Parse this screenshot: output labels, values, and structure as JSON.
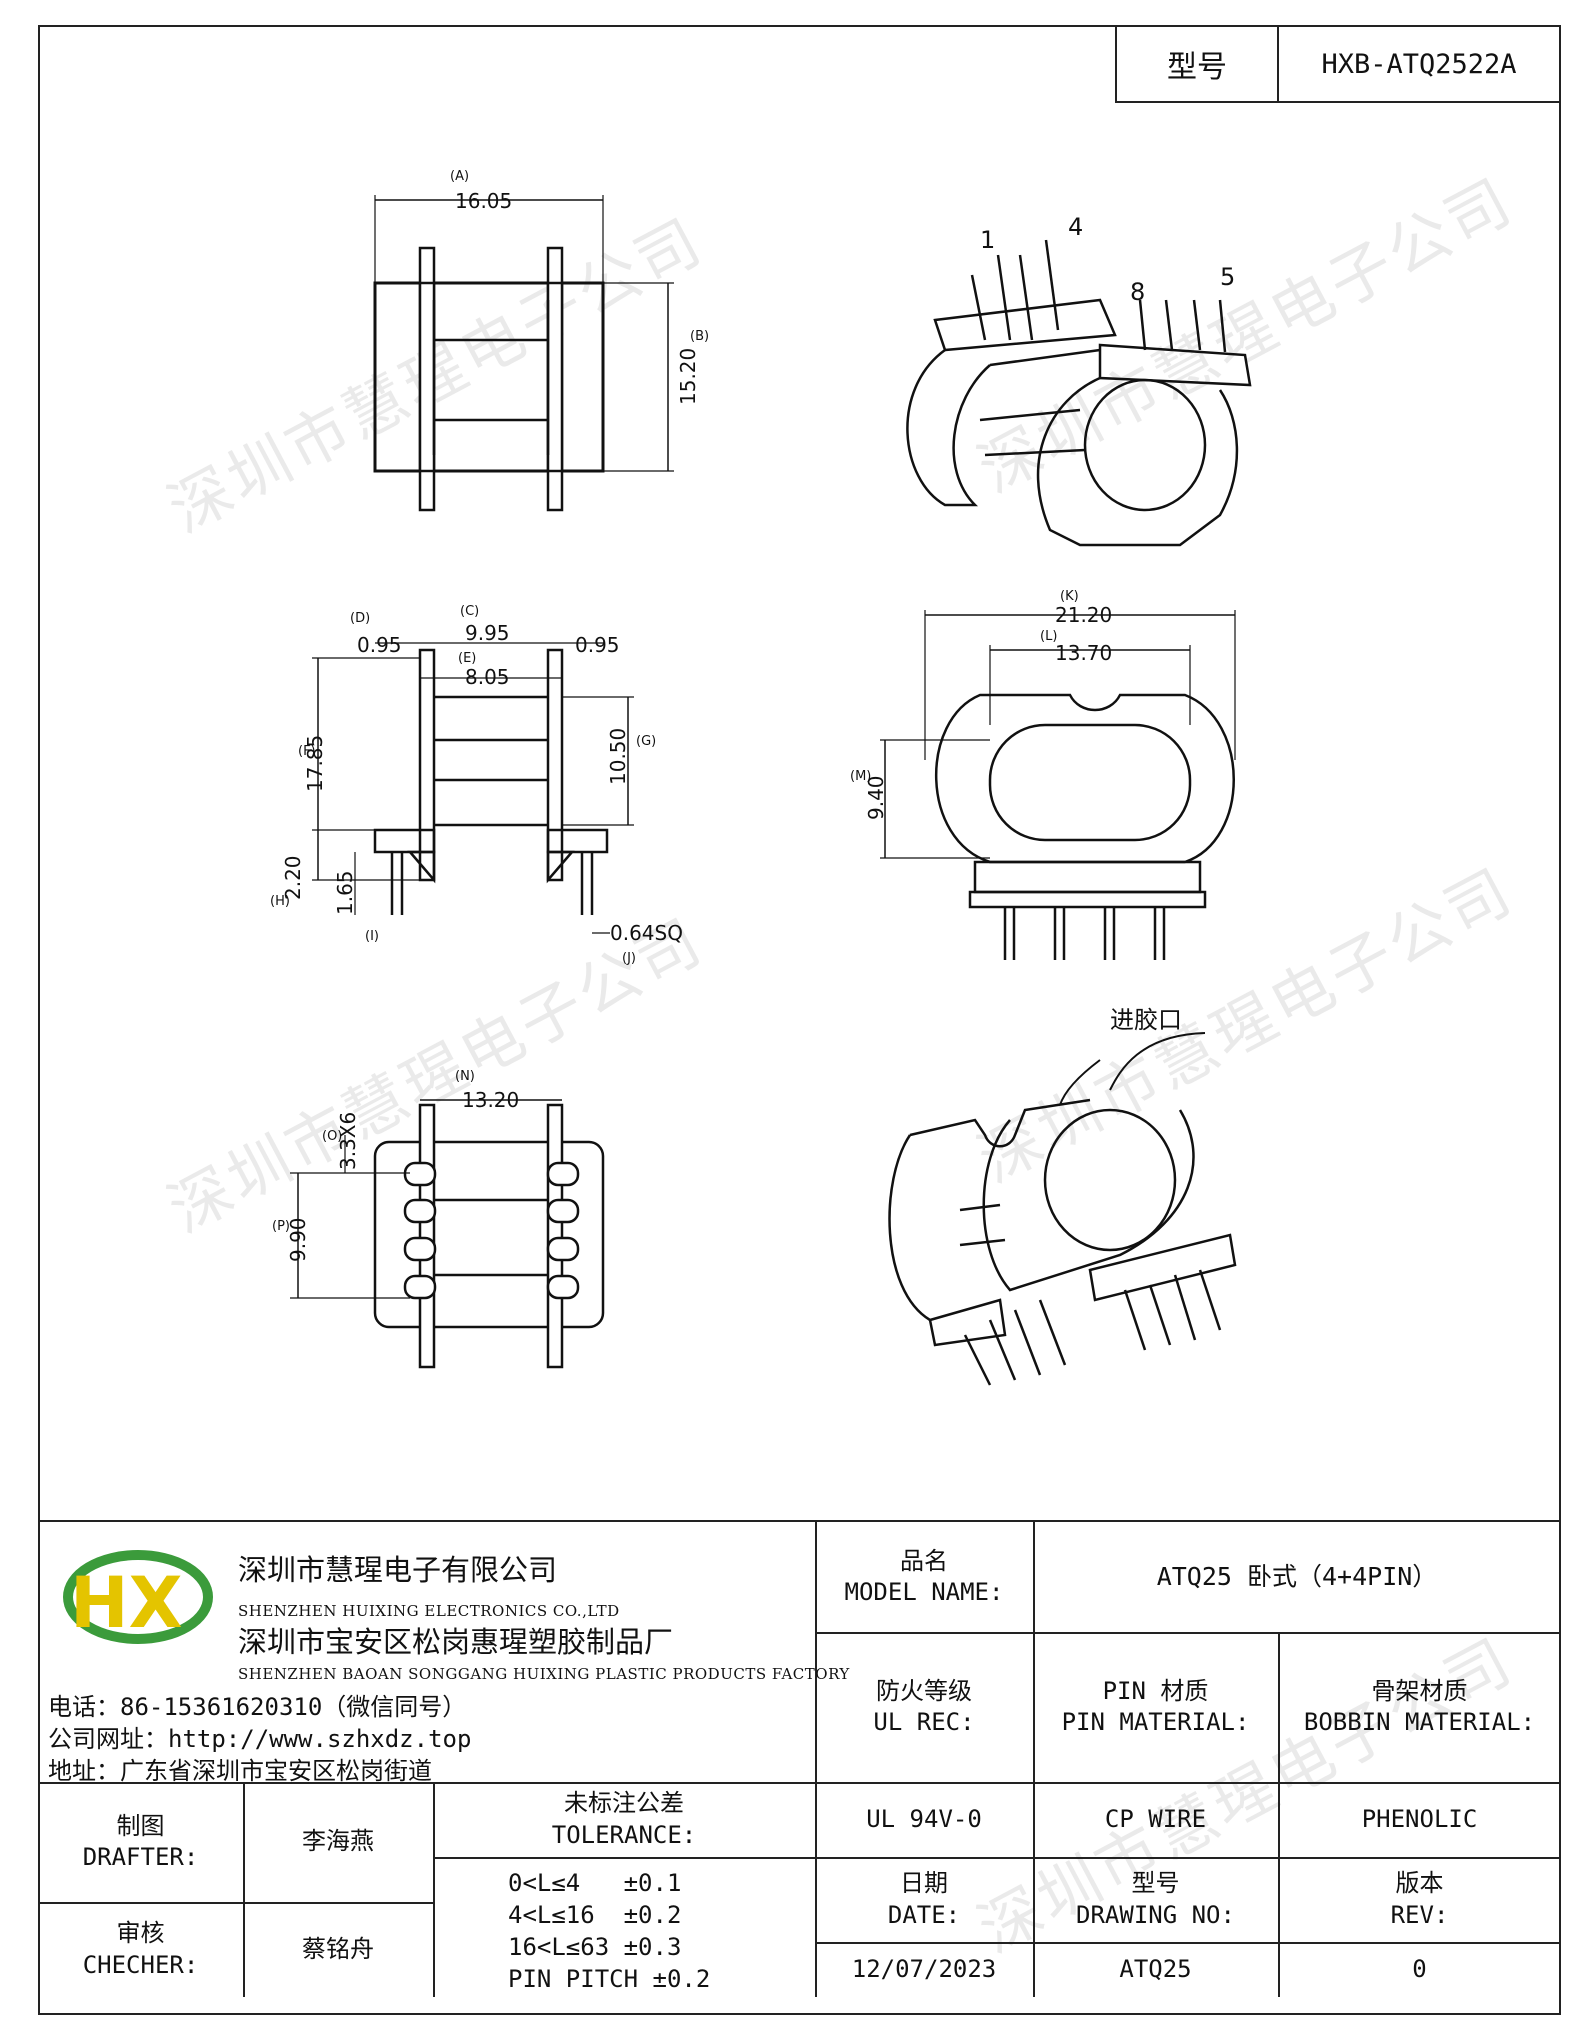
{
  "header": {
    "model_label": "型号",
    "model_value": "HXB-ATQ2522A"
  },
  "watermark_text": "深圳市慧瑆电子公司",
  "drawing": {
    "top_view": {
      "dim_a_tag": "(A)",
      "dim_a": "16.05",
      "dim_b_tag": "(B)",
      "dim_b": "15.20"
    },
    "front_view": {
      "dim_c_tag": "(C)",
      "dim_c": "9.95",
      "dim_d_tag": "(D)",
      "dim_d_left": "0.95",
      "dim_d_right": "0.95",
      "dim_e_tag": "(E)",
      "dim_e": "8.05",
      "dim_f_tag": "(F)",
      "dim_f": "17.85",
      "dim_g_tag": "(G)",
      "dim_g": "10.50",
      "dim_h_tag": "(H)",
      "dim_h": "2.20",
      "dim_i_tag": "(I)",
      "dim_i": "1.65",
      "dim_j_tag": "(J)",
      "dim_j": "0.64SQ"
    },
    "side_view": {
      "dim_k_tag": "(K)",
      "dim_k": "21.20",
      "dim_l_tag": "(L)",
      "dim_l": "13.70",
      "dim_m_tag": "(M)",
      "dim_m": "9.40"
    },
    "bottom_view": {
      "dim_n_tag": "(N)",
      "dim_n": "13.20",
      "dim_pitch_tag": "(O)",
      "dim_pitch": "3.3X6",
      "dim_p_tag": "(P)",
      "dim_p": "9.90"
    },
    "iso_pins": {
      "p1": "1",
      "p4": "4",
      "p8": "8",
      "p5": "5"
    },
    "gate_label": "进胶口"
  },
  "company": {
    "name_cn": "深圳市慧瑆电子有限公司",
    "name_en": "SHENZHEN HUIXING ELECTRONICS CO.,LTD",
    "factory_cn": "深圳市宝安区松岗惠瑆塑胶制品厂",
    "factory_en": "SHENZHEN BAOAN SONGGANG HUIXING PLASTIC PRODUCTS FACTORY",
    "phone": "电话：86-15361620310（微信同号）",
    "website": "公司网址：http://www.szhxdz.top",
    "address": "地址：广东省深圳市宝安区松岗街道",
    "logo_text": "HX"
  },
  "titleblock": {
    "model_name_cn": "品名",
    "model_name_en": "MODEL NAME:",
    "model_name_value": "ATQ25 卧式（4+4PIN）",
    "ul_cn": "防火等级",
    "ul_en": "UL REC:",
    "ul_value": "UL 94V-0",
    "pin_cn": "PIN 材质",
    "pin_en": "PIN MATERIAL:",
    "pin_value": "CP WIRE",
    "bobbin_cn": "骨架材质",
    "bobbin_en": "BOBBIN MATERIAL:",
    "bobbin_value": "PHENOLIC",
    "drafter_cn": "制图",
    "drafter_en": "DRAFTER:",
    "drafter_value": "李海燕",
    "checker_cn": "审核",
    "checker_en": "CHECHER:",
    "checker_value": "蔡铭舟",
    "tolerance_cn": "未标注公差",
    "tolerance_en": "TOLERANCE:",
    "tolerance_rows": [
      "0<L≤4   ±0.1",
      "4<L≤16  ±0.2",
      "16<L≤63 ±0.3",
      "PIN PITCH ±0.2"
    ],
    "date_cn": "日期",
    "date_en": "DATE:",
    "date_value": "12/07/2023",
    "drawing_no_cn": "型号",
    "drawing_no_en": "DRAWING NO:",
    "drawing_no_value": "ATQ25",
    "rev_cn": "版本",
    "rev_en": "REV:",
    "rev_value": "0"
  }
}
